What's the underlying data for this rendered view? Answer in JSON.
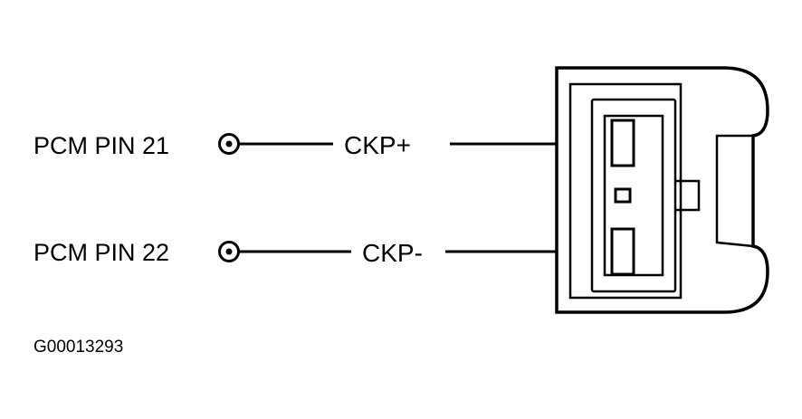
{
  "pins": [
    {
      "label": "PCM PIN 21",
      "signal": "CKP+"
    },
    {
      "label": "PCM PIN 22",
      "signal": "CKP-"
    }
  ],
  "figure_code": "G00013293",
  "colors": {
    "line": "#000000",
    "background": "#ffffff"
  }
}
